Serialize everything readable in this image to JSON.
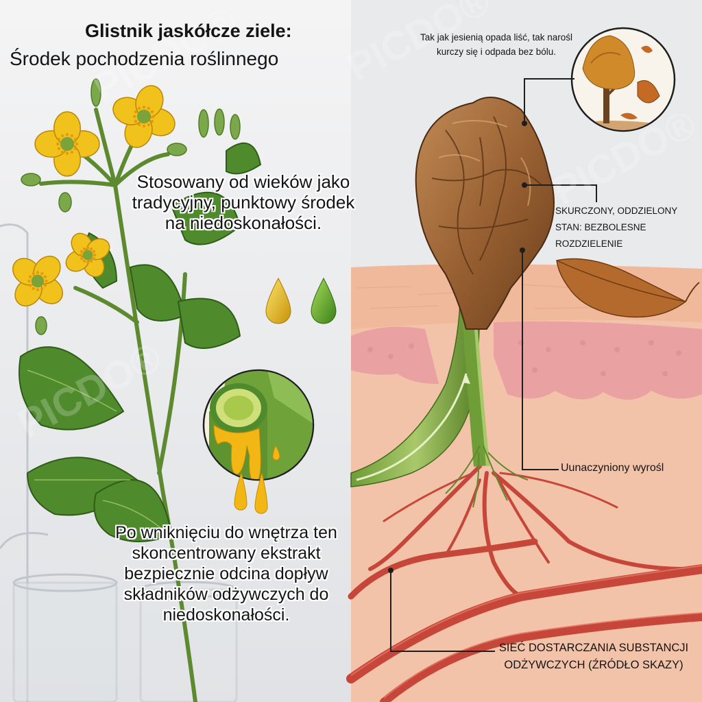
{
  "heading": {
    "title": "Glistnik jaskółcze ziele:",
    "subtitle": "Środek pochodzenia roślinnego"
  },
  "left_panel": {
    "claim_text": "Stosowany od wieków jako tradycyjny, punktowy środek na niedoskonałości.",
    "mechanism_text": "Po wniknięciu do wnętrza ten skoncentrowany ekstrakt bezpiecznie odcina dopływ składników odżywczych do niedoskonałości.",
    "drop_colors": [
      "#e2b40e",
      "#5ea524"
    ],
    "sap_color": "#f3b715",
    "flower_color": "#f2c21c",
    "leaf_color": "#4f8a2c"
  },
  "right_panel": {
    "quote_text": "Tak jak jesienią opada liść, tak narośl kurczy się i odpada bez bólu.",
    "state_label": "SKURCZONY, ODDZIELONY STAN: BEZBOLESNE ROZDZIELENIE",
    "vessel_label": "Uunaczyniony wyrośl",
    "network_label": "SIEĆ DOSTARCZANIA SUBSTANCJI ODŻYWCZYCH (ŹRÓDŁO SKAZY)",
    "skin_color": "#f2c3a9",
    "growth_color": "#9a6233",
    "vessel_color": "#c7463a"
  },
  "watermark": "PICDO®"
}
